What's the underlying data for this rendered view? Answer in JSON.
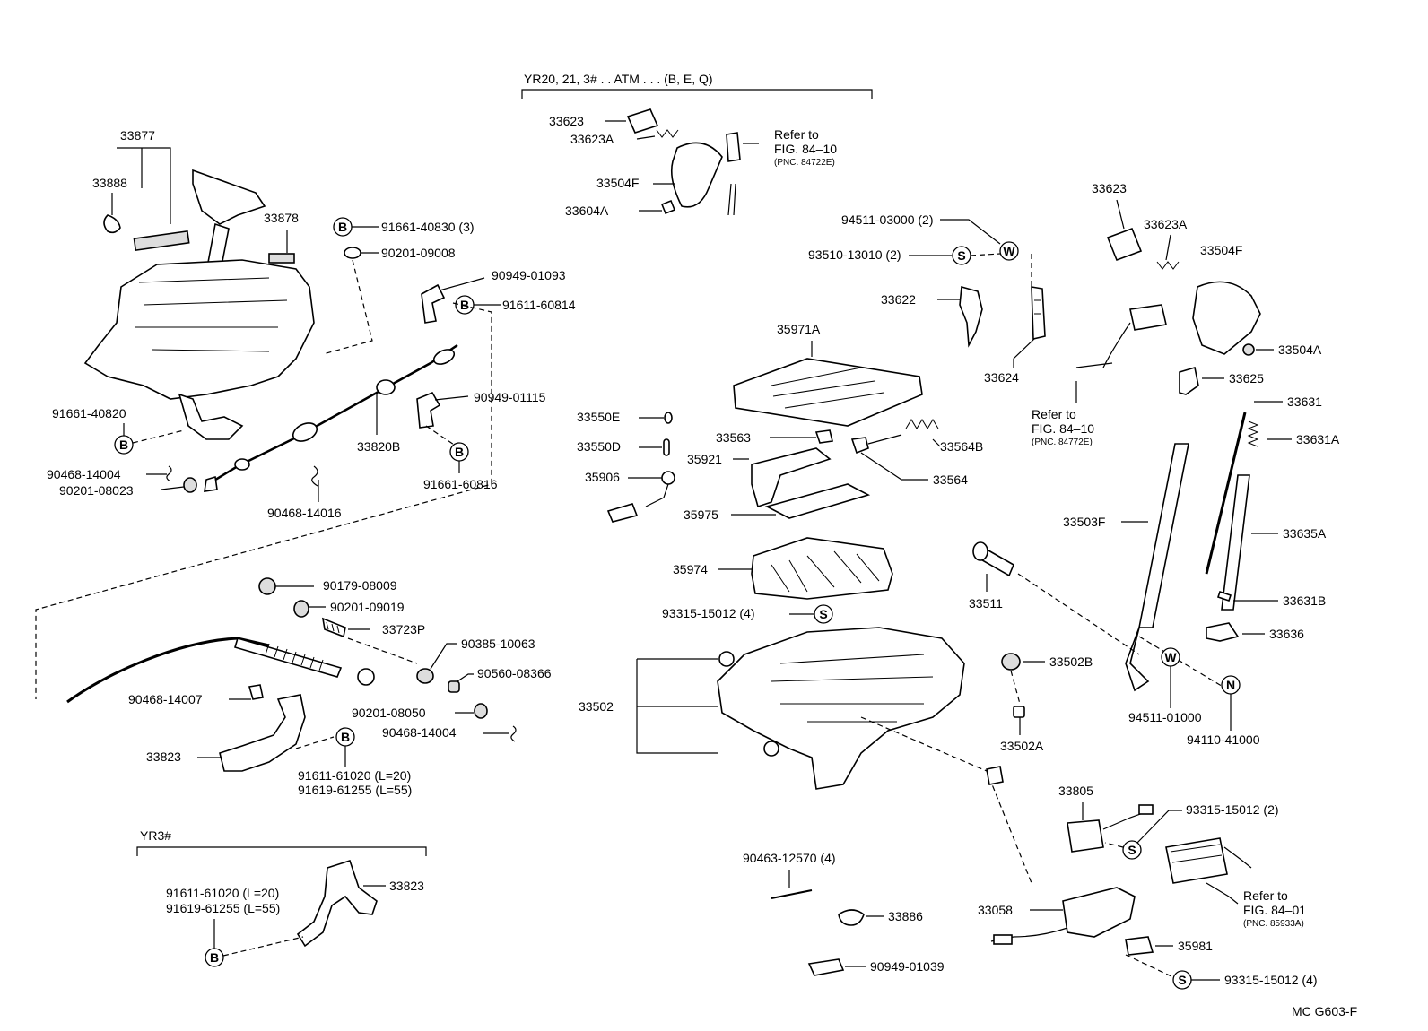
{
  "header_yr20": "YR20, 21, 3# . . ATM . . . (B, E, Q)",
  "header_yr3": "YR3#",
  "figure_id": "MC G603-F",
  "refs": {
    "r1_a": "Refer to",
    "r1_b": "FIG. 84–10",
    "r1_c": "(PNC. 84722E)",
    "r2_a": "Refer to",
    "r2_b": "FIG. 84–10",
    "r2_c": "(PNC. 84772E)",
    "r3_a": "Refer to",
    "r3_b": "FIG. 84–01",
    "r3_c": "(PNC. 85933A)"
  },
  "symbols": {
    "b": "B",
    "s": "S",
    "w": "W",
    "n": "N"
  },
  "labels": {
    "p33877": "33877",
    "p33888": "33888",
    "p33878": "33878",
    "p91661_40830": "91661-40830 (3)",
    "p90201_09008": "90201-09008",
    "p90949_01093": "90949-01093",
    "p91611_60814": "91611-60814",
    "p90949_01115": "90949-01115",
    "p91661_40820": "91661-40820",
    "p33820b": "33820B",
    "p90468_14004a": "90468-14004",
    "p90201_08023": "90201-08023",
    "p91661_60816": "91661-60816",
    "p90468_14016": "90468-14016",
    "p90179_08009": "90179-08009",
    "p90201_09019": "90201-09019",
    "p33723p": "33723P",
    "p90385_10063": "90385-10063",
    "p90560_08366": "90560-08366",
    "p90468_14007": "90468-14007",
    "p90201_08050": "90201-08050",
    "p90468_14004b": "90468-14004",
    "p33823a": "33823",
    "p91611_61020a": "91611-61020 (L=20)",
    "p91619_61255a": "91619-61255 (L=55)",
    "p91611_61020b": "91611-61020 (L=20)",
    "p91619_61255b": "91619-61255 (L=55)",
    "p33823b": "33823",
    "p33623a_top": "33623",
    "p33623A_top": "33623A",
    "p33504F_top": "33504F",
    "p33604A": "33604A",
    "p94511_03000": "94511-03000 (2)",
    "p93510_13010": "93510-13010 (2)",
    "p33622": "33622",
    "p33624": "33624",
    "p35971A": "35971A",
    "p33550E": "33550E",
    "p33550D": "33550D",
    "p35906": "35906",
    "p33563": "33563",
    "p35921": "35921",
    "p35975": "35975",
    "p33564B": "33564B",
    "p33564": "33564",
    "p35974": "35974",
    "p93315_15012_4a": "93315-15012 (4)",
    "p33502": "33502",
    "p33623_r": "33623",
    "p33623A_r": "33623A",
    "p33504F_r": "33504F",
    "p33504A": "33504A",
    "p33625": "33625",
    "p33631": "33631",
    "p33631A": "33631A",
    "p33503F": "33503F",
    "p33635A": "33635A",
    "p33511": "33511",
    "p33631B": "33631B",
    "p33636": "33636",
    "p33502B": "33502B",
    "p33502A": "33502A",
    "p94511_01000": "94511-01000",
    "p94110_41000": "94110-41000",
    "p33805": "33805",
    "p93315_15012_2": "93315-15012 (2)",
    "p90463_12570": "90463-12570 (4)",
    "p33886": "33886",
    "p33058": "33058",
    "p35981": "35981",
    "p93315_15012_4b": "93315-15012 (4)",
    "p90949_01039": "90949-01039"
  }
}
